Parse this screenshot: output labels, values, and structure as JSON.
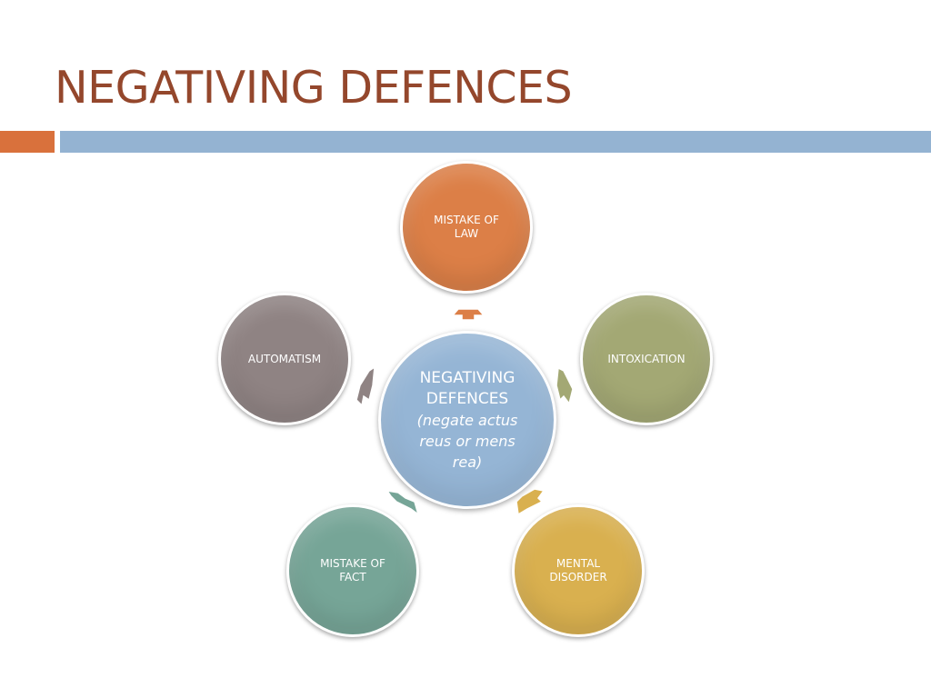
{
  "slide": {
    "title": "NEGATIVING DEFENCES"
  },
  "diagram": {
    "center": {
      "title": "NEGATIVING DEFENCES",
      "subtitle": "(negate actus reus or mens rea)",
      "color": "#95b5d5"
    },
    "nodes": [
      {
        "id": "mistake-of-law",
        "label": "MISTAKE OF LAW",
        "color": "#dc7f47"
      },
      {
        "id": "intoxication",
        "label": "INTOXICATION",
        "color": "#a3a874"
      },
      {
        "id": "mental-disorder",
        "label": "MENTAL DISORDER",
        "color": "#d9b04f"
      },
      {
        "id": "mistake-of-fact",
        "label": "MISTAKE OF FACT",
        "color": "#76a597"
      },
      {
        "id": "automatism",
        "label": "AUTOMATISM",
        "color": "#8f8383"
      }
    ],
    "arrow_direction": "center-to-outer"
  },
  "colors": {
    "title_text": "#94472c",
    "accent_bar": "#d9713c",
    "header_bar": "#94b3d2"
  }
}
